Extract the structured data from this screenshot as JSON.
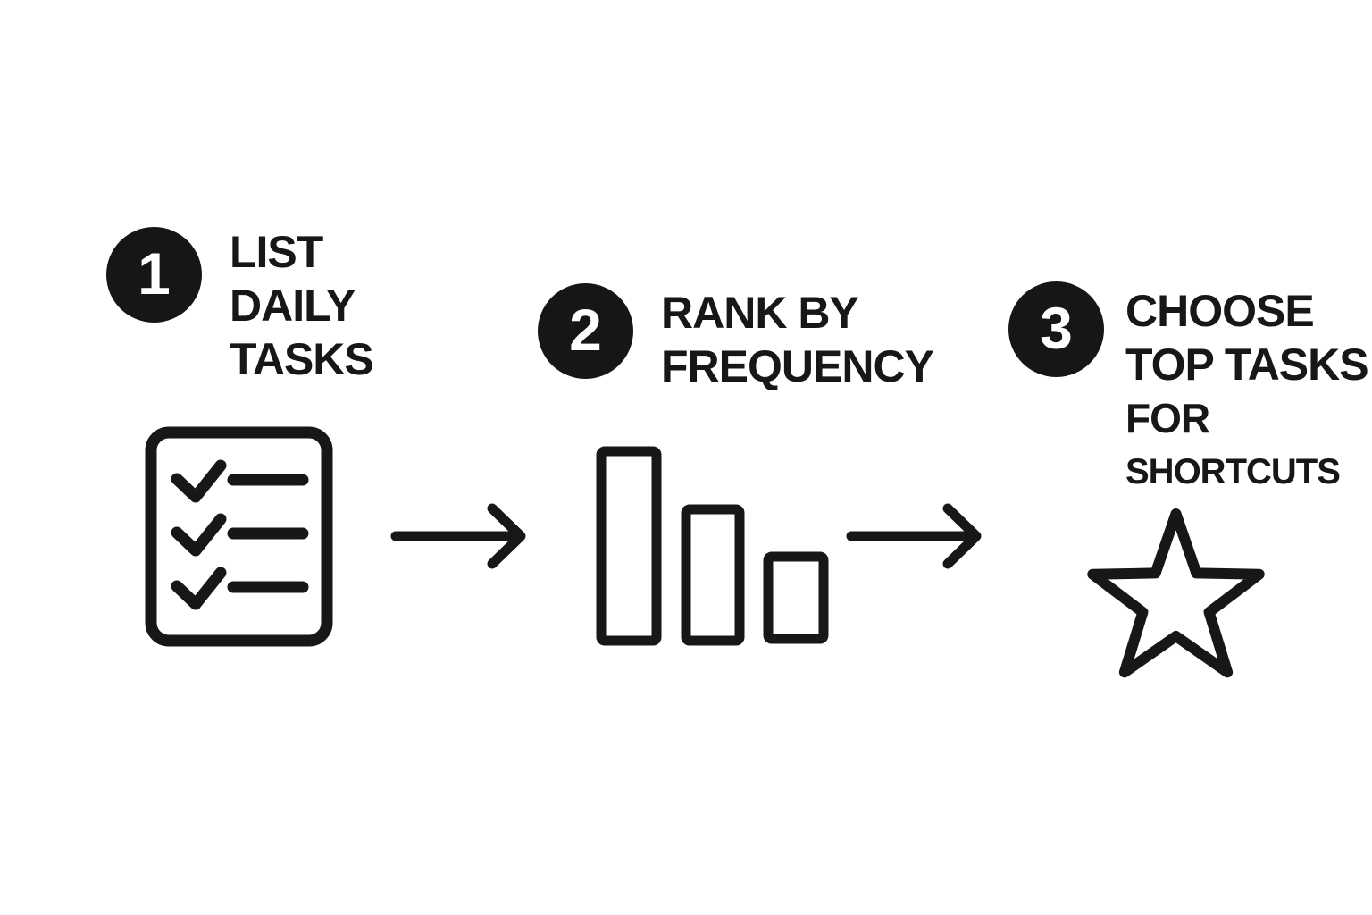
{
  "colors": {
    "ink": "#171717",
    "badge": "#161616",
    "background": "#ffffff"
  },
  "steps": [
    {
      "number": "1",
      "label_lines": [
        "LIST",
        "DAILY",
        "TASKS"
      ],
      "icon": "checklist-icon"
    },
    {
      "number": "2",
      "label_lines": [
        "RANK BY",
        "FREQUENCY"
      ],
      "icon": "bar-chart-icon"
    },
    {
      "number": "3",
      "label_lines": [
        "CHOOSE",
        "TOP TASKS",
        "FOR",
        "SHORTCUTS"
      ],
      "icon": "star-icon"
    }
  ],
  "connectors": [
    {
      "icon": "arrow-right-icon"
    },
    {
      "icon": "arrow-right-icon"
    }
  ]
}
